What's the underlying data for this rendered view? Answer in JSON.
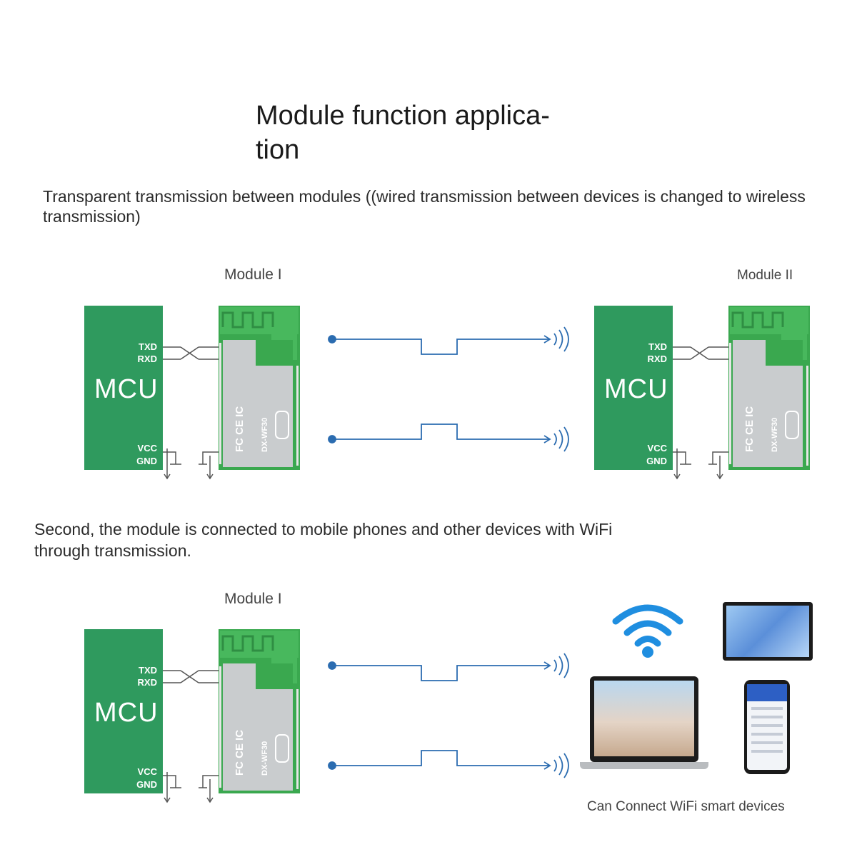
{
  "title": "Module function applica-\ntion",
  "section1": {
    "text": "Transparent transmission between modules ((wired transmission between devices is changed to wireless transmission)",
    "module_left_label": "Module I",
    "module_right_label": "Module II"
  },
  "section2": {
    "text": "Second, the module is connected to mobile phones and other devices with WiFi through transmission.",
    "module_label": "Module I",
    "caption": "Can Connect WiFi smart devices"
  },
  "mcu": {
    "label": "MCU",
    "txd": "TXD",
    "rxd": "RXD",
    "vcc": "VCC",
    "gnd": "GND"
  },
  "module_chip": {
    "marks": "FC CE IC",
    "model": "DX-WF30"
  },
  "colors": {
    "mcu_green": "#2f9a5e",
    "pcb_green": "#3aa84f",
    "shield_gray": "#c9ccce",
    "signal_blue": "#2b6cb0"
  }
}
